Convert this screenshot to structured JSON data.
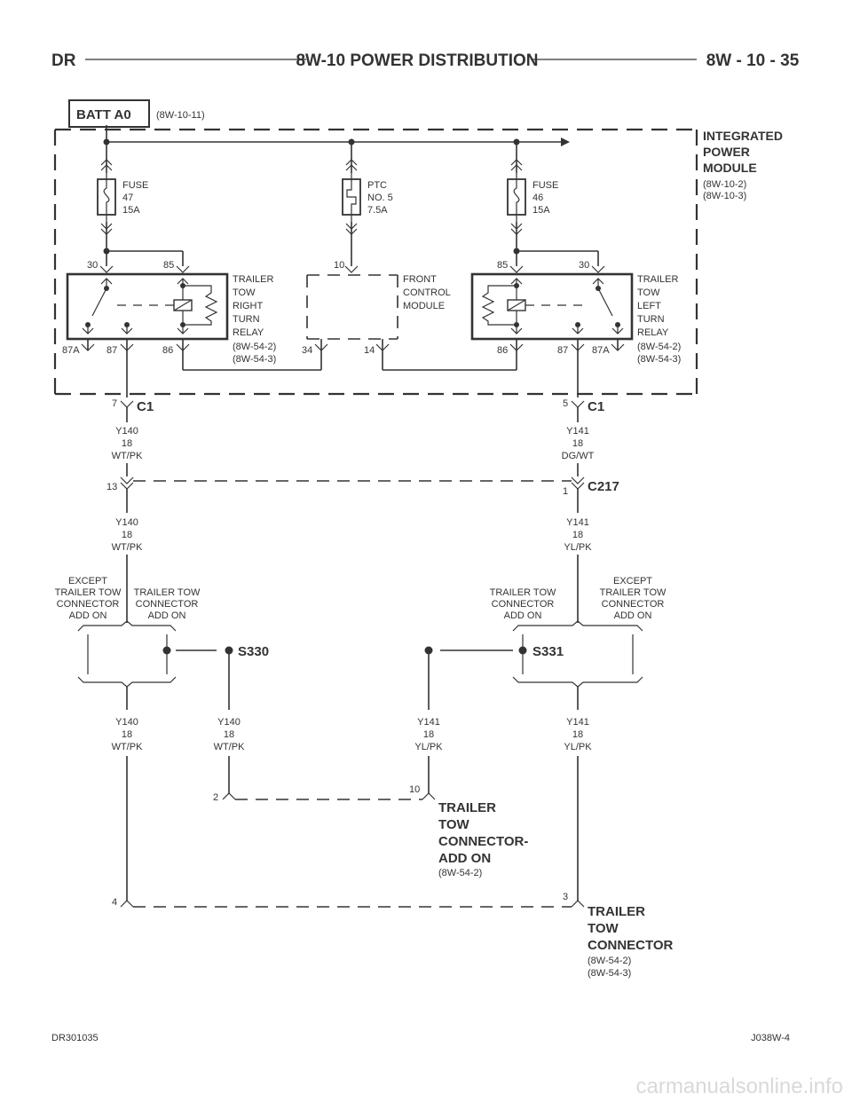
{
  "header": {
    "left": "DR",
    "title": "8W-10 POWER DISTRIBUTION",
    "page": "8W - 10 - 35"
  },
  "batt": {
    "label": "BATT A0",
    "ref": "(8W-10-11)"
  },
  "ipm": {
    "title": [
      "INTEGRATED",
      "POWER",
      "MODULE"
    ],
    "refs": [
      "(8W-10-2)",
      "(8W-10-3)"
    ]
  },
  "fuses": [
    {
      "lines": [
        "FUSE",
        "47",
        "15A"
      ]
    },
    {
      "lines": [
        "PTC",
        "NO. 5",
        "7.5A"
      ]
    },
    {
      "lines": [
        "FUSE",
        "46",
        "15A"
      ]
    }
  ],
  "relay_right": {
    "lines": [
      "TRAILER",
      "TOW",
      "RIGHT",
      "TURN",
      "RELAY"
    ],
    "refs": [
      "(8W-54-2)",
      "(8W-54-3)"
    ],
    "pins": {
      "p30": "30",
      "p85": "85",
      "p87a": "87A",
      "p87": "87",
      "p86": "86"
    }
  },
  "relay_left": {
    "lines": [
      "TRAILER",
      "TOW",
      "LEFT",
      "TURN",
      "RELAY"
    ],
    "refs": [
      "(8W-54-2)",
      "(8W-54-3)"
    ],
    "pins": {
      "p85": "85",
      "p30": "30",
      "p86": "86",
      "p87": "87",
      "p87a": "87A"
    }
  },
  "fcm": {
    "lines": [
      "FRONT",
      "CONTROL",
      "MODULE"
    ],
    "pin_top": "10",
    "pin_a": "34",
    "pin_b": "14"
  },
  "c1_left": {
    "pin": "7",
    "label": "C1"
  },
  "c1_right": {
    "pin": "5",
    "label": "C1"
  },
  "c217": {
    "pin_left": "13",
    "pin_right": "1",
    "label": "C217"
  },
  "wires": {
    "w1": [
      "Y140",
      "18",
      "WT/PK"
    ],
    "w2": [
      "Y141",
      "18",
      "DG/WT"
    ],
    "w3": [
      "Y140",
      "18",
      "WT/PK"
    ],
    "w4": [
      "Y141",
      "18",
      "YL/PK"
    ],
    "w5": [
      "Y140",
      "18",
      "WT/PK"
    ],
    "w6": [
      "Y140",
      "18",
      "WT/PK"
    ],
    "w7": [
      "Y141",
      "18",
      "YL/PK"
    ],
    "w8": [
      "Y141",
      "18",
      "YL/PK"
    ]
  },
  "options": {
    "except_l": [
      "EXCEPT",
      "TRAILER TOW",
      "CONNECTOR",
      "ADD ON"
    ],
    "addon_l": [
      "TRAILER TOW",
      "CONNECTOR",
      "ADD ON"
    ],
    "addon_r": [
      "TRAILER TOW",
      "CONNECTOR",
      "ADD ON"
    ],
    "except_r": [
      "EXCEPT",
      "TRAILER TOW",
      "CONNECTOR",
      "ADD ON"
    ]
  },
  "splices": {
    "s330": "S330",
    "s331": "S331"
  },
  "conn_addon": {
    "pin_left": "2",
    "pin_right": "10",
    "title": [
      "TRAILER",
      "TOW",
      "CONNECTOR-",
      "ADD ON"
    ],
    "ref": "(8W-54-2)"
  },
  "conn_tt": {
    "pin_left": "4",
    "pin_right": "3",
    "title": [
      "TRAILER",
      "TOW",
      "CONNECTOR"
    ],
    "refs": [
      "(8W-54-2)",
      "(8W-54-3)"
    ]
  },
  "footer": {
    "left": "DR301035",
    "right": "J038W-4"
  },
  "watermark": "carmanualsonline.info"
}
